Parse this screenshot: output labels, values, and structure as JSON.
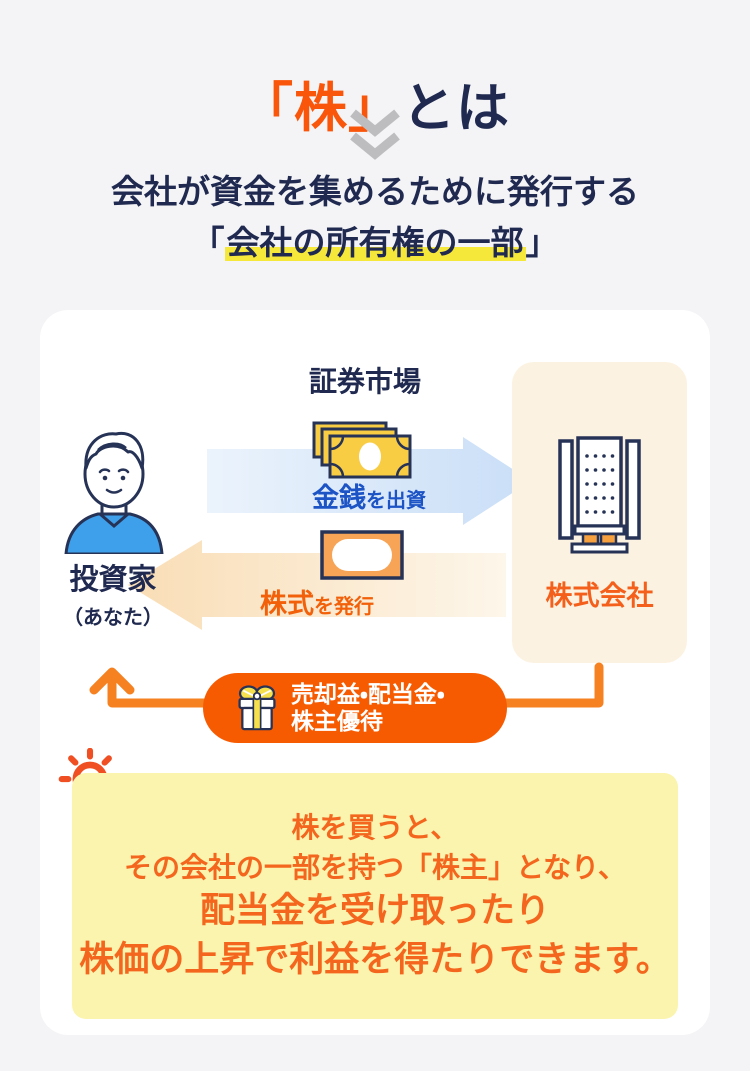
{
  "header": {
    "title_accent": "「株」",
    "title_rest": "とは",
    "subtitle_line1": "会社が資金を集めるために発行する",
    "subtitle_open": "「",
    "subtitle_highlight": "会社の所有権の一部",
    "subtitle_close": "」"
  },
  "diagram": {
    "market_label": "証券市場",
    "investor": {
      "label": "投資家",
      "sublabel": "（あなた）"
    },
    "company": {
      "label": "株式会社"
    },
    "flow_out": {
      "em": "金銭",
      "rest": "を出資"
    },
    "flow_in": {
      "em": "株式",
      "rest": "を発行"
    },
    "returns_pill": {
      "line1": "売却益・配当金・",
      "line2": "株主優待"
    }
  },
  "note": {
    "lines": [
      "株を買うと、",
      "その会社の一部を持つ「株主」となり、",
      "配当金を受け取ったり",
      "株価の上昇で利益を得たりできます。"
    ]
  },
  "colors": {
    "accent_orange": "#FA560B",
    "navy": "#202A50",
    "pill_orange": "#F75B02",
    "connector_orange": "#F58121",
    "note_bg": "#FBF4AE",
    "note_text": "#F4661E",
    "highlight_yellow": "#F6E73B",
    "company_card_bg": "#FCF2E1",
    "blue_text": "#1C53C5",
    "bill_yellow": "#F8CC43",
    "shirt_blue": "#3EA0EA",
    "page_bg": "#F4F4F6",
    "card_bg": "#FFFFFF"
  }
}
